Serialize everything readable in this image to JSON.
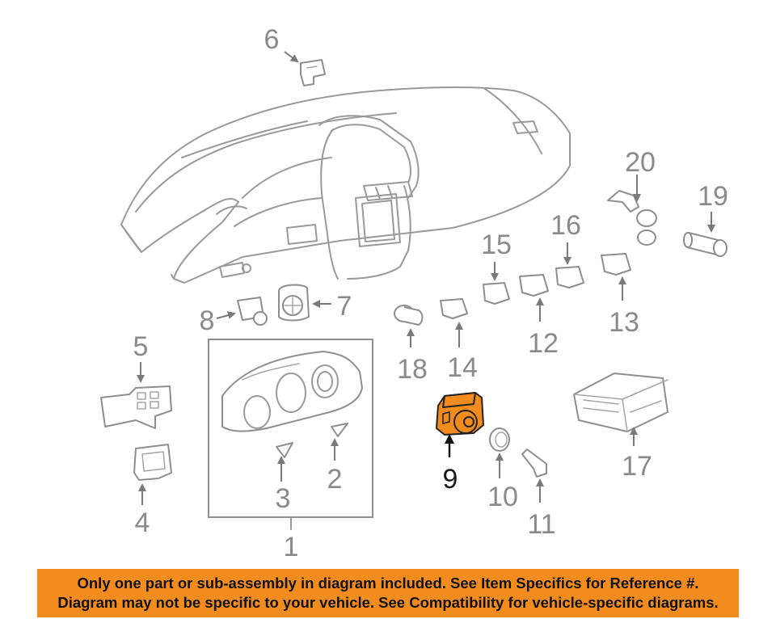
{
  "diagram": {
    "callouts": [
      "1",
      "2",
      "3",
      "4",
      "5",
      "6",
      "7",
      "8",
      "9",
      "10",
      "11",
      "12",
      "13",
      "14",
      "15",
      "16",
      "17",
      "18",
      "19",
      "20"
    ],
    "highlighted_callout": "9",
    "highlight_color": "#f28c1e",
    "line_color": "#9a9a9a"
  },
  "footer": {
    "line1": "Only one part or sub-assembly in diagram included. See Item Specifics for Reference #.",
    "line2": "Diagram may not be specific to your vehicle. See Compatibility for vehicle-specific diagrams.",
    "background": "#f28c1e"
  }
}
